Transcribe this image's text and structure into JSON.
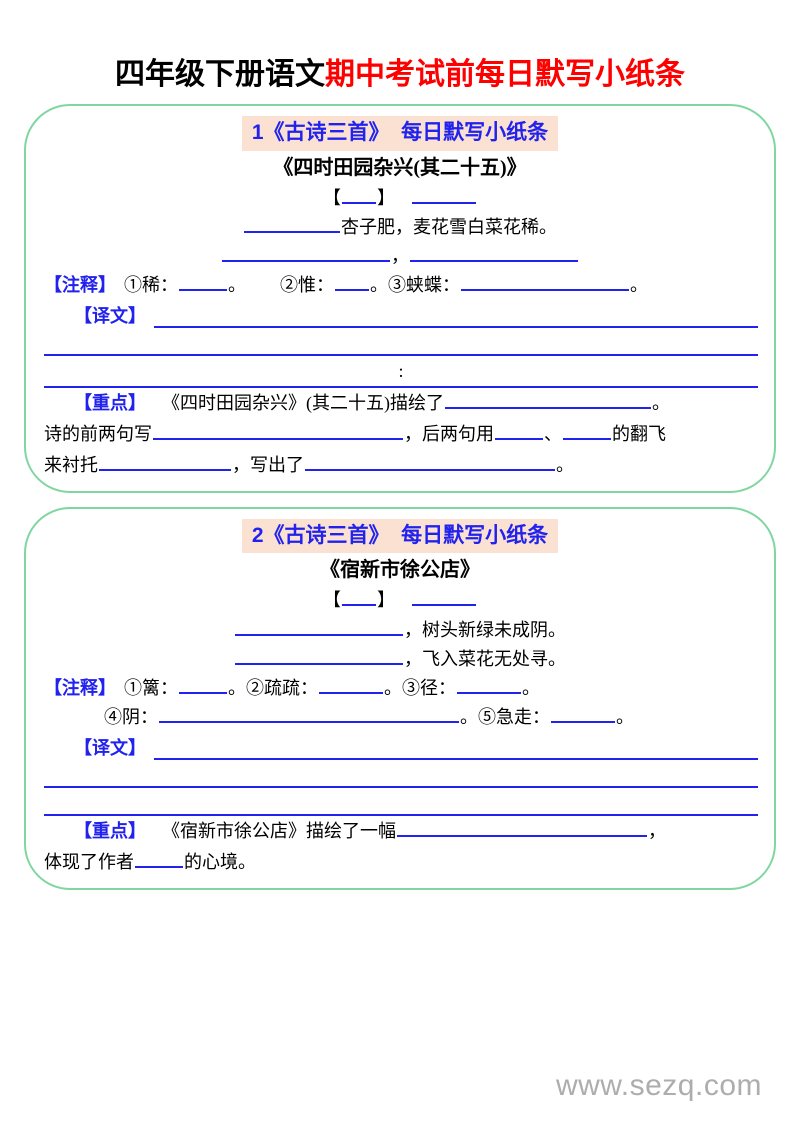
{
  "document": {
    "title_black": "四年级下册语文",
    "title_red": "期中考试前每日默写小纸条",
    "watermark": "www.sezq.com",
    "colors": {
      "title_red": "#FF0000",
      "heading_blue": "#2222EE",
      "blank_blue": "#2222EE",
      "card_border_green": "#7FD6A0",
      "highlight_peach": "#FAE1D2",
      "watermark_gray": "#ADADAD"
    }
  },
  "sections": [
    {
      "header": "1《古诗三首》  每日默写小纸条",
      "poem_title": "《四时田园杂兴(其二十五)》",
      "author_line": {
        "bracket_open": "【",
        "bracket_close": "】"
      },
      "poem_lines": [
        {
          "parts": [
            "",
            "杏子肥，麦花雪白菜花稀。"
          ]
        },
        {
          "parts": [
            "",
            "，",
            "",
            ""
          ]
        }
      ],
      "notes_label": "【注释】",
      "notes": [
        {
          "num": "①",
          "term": "稀：",
          "end": "。"
        },
        {
          "num": "②",
          "term": "惟：",
          "end": "。"
        },
        {
          "num": "③",
          "term": "蛱蝶：",
          "end": "。"
        }
      ],
      "translation_label": "【译文】",
      "translation_line_mark": ":",
      "key_label": "【重点】",
      "key_text": {
        "p1": "《四时田园杂兴》(其二十五)描绘了",
        "p2": "。",
        "p3": "诗的前两句写",
        "p4": "，后两句用",
        "p5": "、",
        "p6": "的翻飞",
        "p7": "来衬托",
        "p8": "，写出了",
        "p9": "。"
      }
    },
    {
      "header": "2《古诗三首》  每日默写小纸条",
      "poem_title": "《宿新市徐公店》",
      "author_line": {
        "bracket_open": "【",
        "bracket_close": "】"
      },
      "poem_lines": [
        {
          "parts": [
            "",
            "，树头新绿未成阴。"
          ]
        },
        {
          "parts": [
            "",
            "，飞入菜花无处寻。"
          ]
        }
      ],
      "notes_label": "【注释】",
      "notes": [
        {
          "num": "①",
          "term": "篱：",
          "end": "。"
        },
        {
          "num": "②",
          "term": "疏疏：",
          "end": "。"
        },
        {
          "num": "③",
          "term": "径：",
          "end": "。"
        },
        {
          "num": "④",
          "term": "阴：",
          "end": "。"
        },
        {
          "num": "⑤",
          "term": "急走：",
          "end": "。"
        }
      ],
      "translation_label": "【译文】",
      "key_label": "【重点】",
      "key_text": {
        "p1": "《宿新市徐公店》描绘了一幅",
        "p2": "，",
        "p3": "体现了作者",
        "p4": "的心境。"
      }
    }
  ]
}
